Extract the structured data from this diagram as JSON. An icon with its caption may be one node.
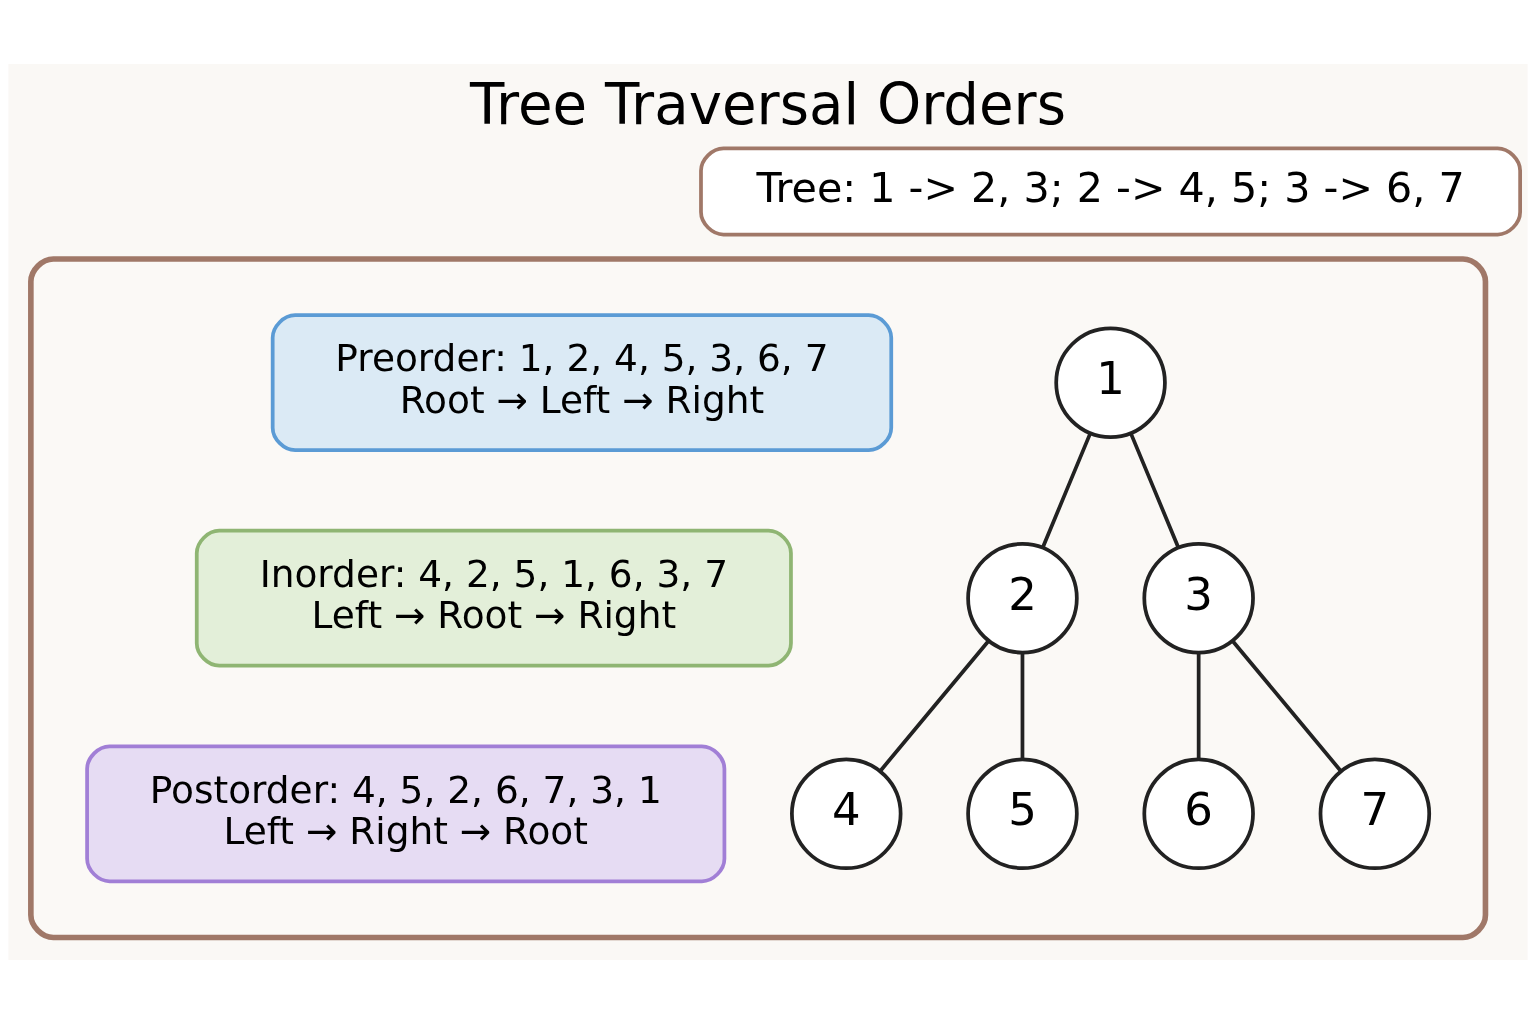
{
  "diagram": {
    "title": "Tree Traversal Orders",
    "nodes": [
      {
        "text": [
          "Tree: 1 -> 2, 3; 2 -> 4, 5; 3 -> 6, 7"
        ]
      },
      {
        "text": [],
        "shape": "box"
      },
      {
        "text": [
          "1"
        ],
        "in": 1
      },
      {
        "text": [
          "2"
        ],
        "in": 1
      },
      {
        "text": [
          "3"
        ],
        "in": 1
      },
      {
        "text": [
          "4"
        ],
        "in": 1
      },
      {
        "text": [
          "5"
        ],
        "in": 1
      },
      {
        "text": [
          "6"
        ],
        "in": 1
      },
      {
        "text": [
          "7"
        ],
        "in": 1
      },
      {
        "text": [
          "Preorder: 1, 2, 4, 5, 3, 6, 7",
          "Root → Left → Right"
        ],
        "in": 1
      },
      {
        "text": [
          "Inorder: 4, 2, 5, 1, 6, 3, 7",
          "Left → Root → Right"
        ],
        "in": 1
      },
      {
        "text": [
          "Postorder: 4, 5, 2, 6, 7, 3, 1",
          "Left → Right → Root"
        ],
        "in": 1
      }
    ],
    "edges": [
      {
        "from": 2,
        "to": 3,
        "arrow": "none"
      },
      {
        "from": 2,
        "to": 4,
        "arrow": "none"
      },
      {
        "from": 3,
        "to": 5,
        "arrow": "none"
      },
      {
        "from": 3,
        "to": 6,
        "arrow": "none"
      },
      {
        "from": 4,
        "to": 7,
        "arrow": "none"
      },
      {
        "from": 4,
        "to": 8,
        "arrow": "none"
      }
    ]
  }
}
